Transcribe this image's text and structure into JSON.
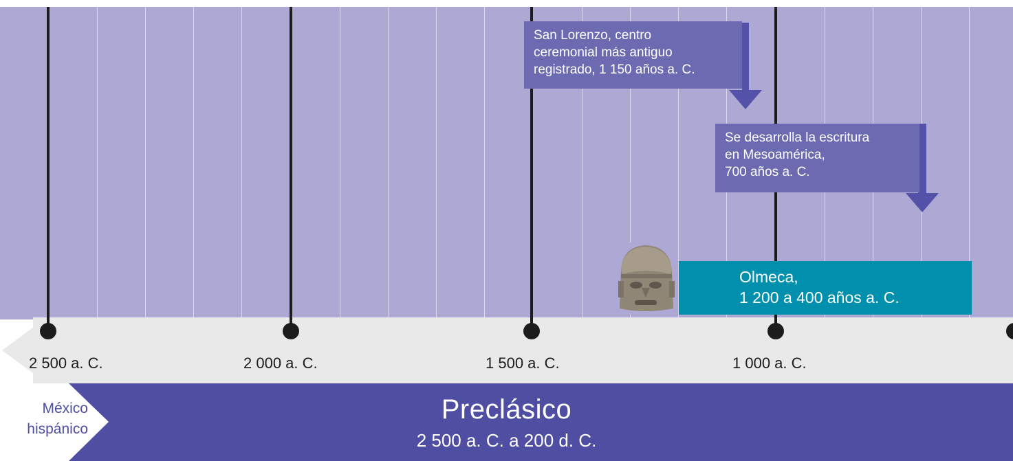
{
  "timeline": {
    "ticks": [
      {
        "label": "2 500 a. C."
      },
      {
        "label": "2 000 a. C."
      },
      {
        "label": "1 500 a. C."
      },
      {
        "label": "1 000 a. C."
      }
    ]
  },
  "period": {
    "title": "Preclásico",
    "range": "2 500 a. C. a 200 d. C.",
    "previous_line1": "México",
    "previous_line2": "hispánico"
  },
  "callouts": [
    {
      "text_line1": "San Lorenzo, centro",
      "text_line2": "ceremonial más antiguo",
      "text_line3": "registrado, 1 150 años a. C."
    },
    {
      "text_line1": "Se desarrolla la escritura",
      "text_line2": "en Mesoamérica,",
      "text_line3": "700 años a. C."
    }
  ],
  "culture": {
    "name": "Olmeca,",
    "range": "1 200 a 400 años a. C."
  },
  "colors": {
    "background_band": "#aea8d5",
    "period_band": "#4f4ea2",
    "callout": "#6c6ab0",
    "culture_box": "#0090ad"
  },
  "icons": [
    "olmec-head-icon"
  ]
}
